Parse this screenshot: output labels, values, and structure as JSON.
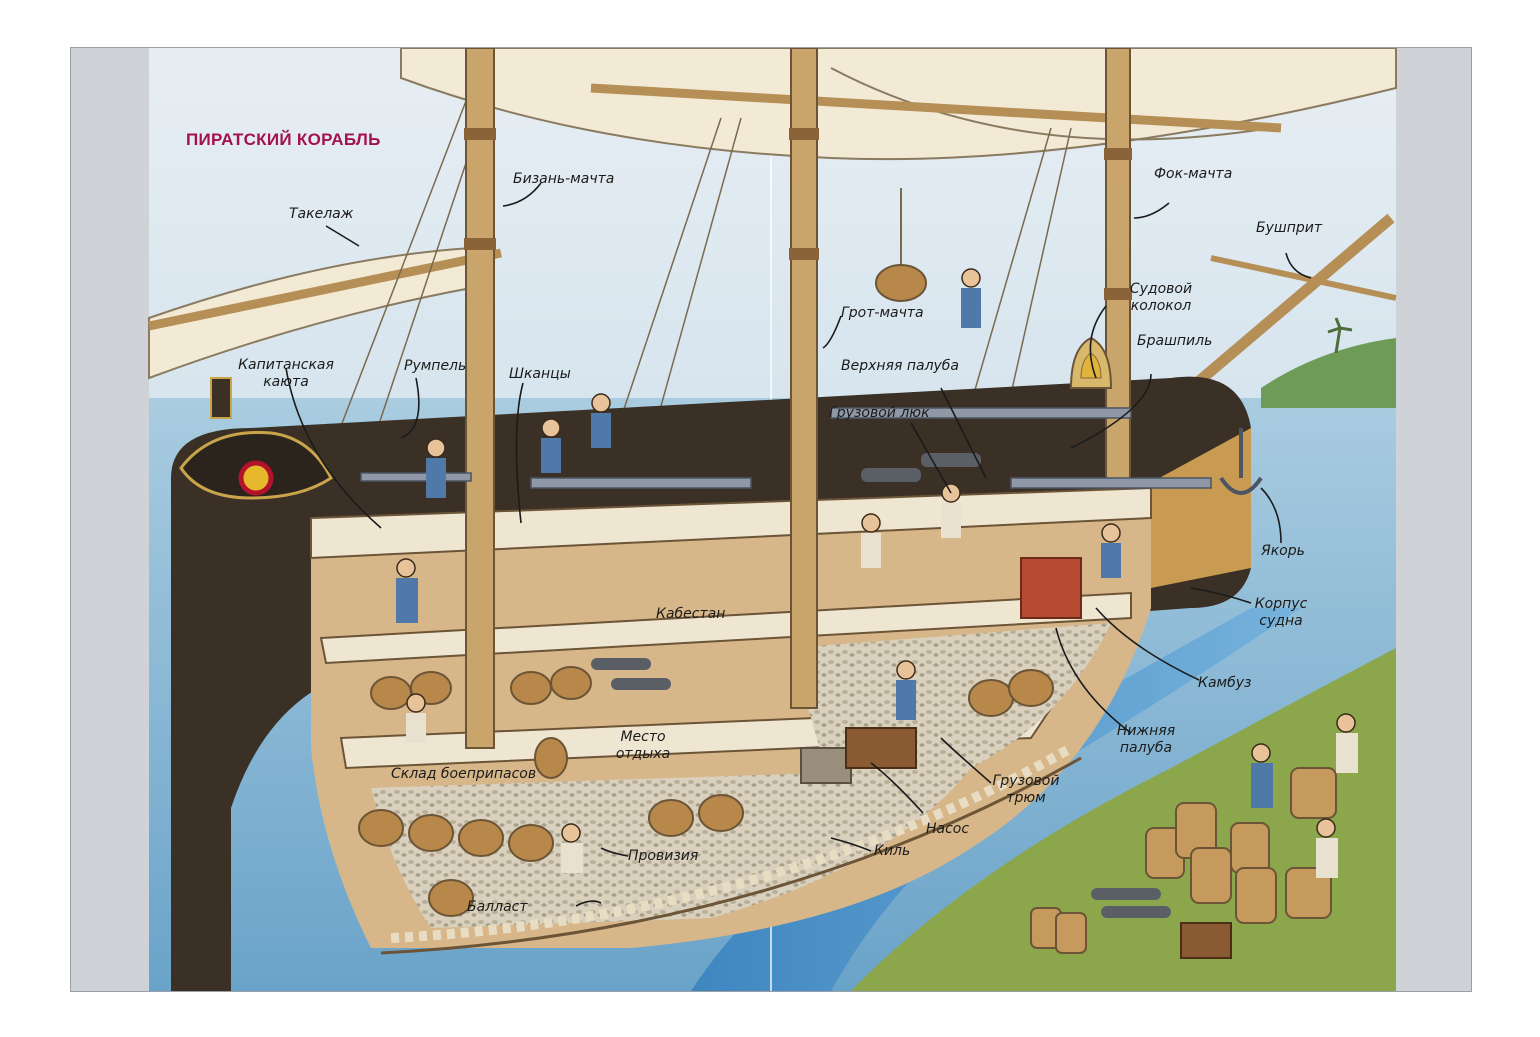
{
  "title": "ПИРАТСКИЙ КОРАБЛЬ",
  "labels": {
    "rigging": "Такелаж",
    "mizzen_mast": "Бизань-мачта",
    "captain_cabin_1": "Капитанская",
    "captain_cabin_2": "каюта",
    "tiller": "Румпель",
    "quarterdeck": "Шканцы",
    "main_mast": "Грот-мачта",
    "upper_deck": "Верхняя палуба",
    "cargo_hatch": "Грузовой люк",
    "ship_bell_1": "Судовой",
    "ship_bell_2": "колокол",
    "windlass": "Брашпиль",
    "fore_mast": "Фок-мачта",
    "bowsprit": "Бушприт",
    "anchor": "Якорь",
    "hull_1": "Корпус",
    "hull_2": "судна",
    "galley": "Камбуз",
    "lower_deck_1": "Нижняя",
    "lower_deck_2": "палуба",
    "cargo_hold_1": "Грузовой",
    "cargo_hold_2": "трюм",
    "pump": "Насос",
    "keel": "Киль",
    "capstan": "Кабестан",
    "rest_1": "Место",
    "rest_2": "отдыха",
    "ammo_store": "Склад боеприпасов",
    "provisions": "Провизия",
    "ballast": "Балласт"
  },
  "colors": {
    "title": "#a3124e",
    "sky": "#c9dde9",
    "sea": "#8fbcd6",
    "river": "#4a90c8",
    "hull_dark": "#3a3026",
    "wood": "#c9a46b",
    "deck": "#efe6d2",
    "sail": "#f3ead6",
    "grass": "#8ba64b"
  }
}
